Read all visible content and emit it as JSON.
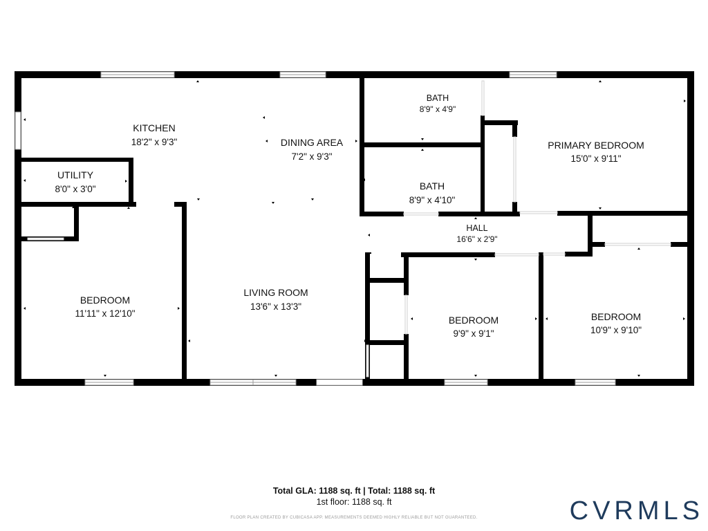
{
  "rooms": {
    "kitchen": {
      "name": "KITCHEN",
      "dim": "18'2\" x 9'3\""
    },
    "dining": {
      "name": "DINING AREA",
      "dim": "7'2\" x 9'3\""
    },
    "bath1": {
      "name": "BATH",
      "dim": "8'9\" x 4'9\""
    },
    "bath2": {
      "name": "BATH",
      "dim": "8'9\" x 4'10\""
    },
    "primary": {
      "name": "PRIMARY BEDROOM",
      "dim": "15'0\" x 9'11\""
    },
    "utility": {
      "name": "UTILITY",
      "dim": "8'0\" x 3'0\""
    },
    "hall": {
      "name": "HALL",
      "dim": "16'6\" x 2'9\""
    },
    "bedroom_left": {
      "name": "BEDROOM",
      "dim": "11'11\" x 12'10\""
    },
    "living": {
      "name": "LIVING ROOM",
      "dim": "13'6\" x 13'3\""
    },
    "bedroom_mid": {
      "name": "BEDROOM",
      "dim": "9'9\" x 9'1\""
    },
    "bedroom_right": {
      "name": "BEDROOM",
      "dim": "10'9\" x 9'10\""
    }
  },
  "footer": {
    "totals": "Total GLA: 1188 sq. ft | Total: 1188 sq. ft",
    "floor": "1st floor: 1188 sq. ft",
    "disclaimer": "FLOOR PLAN CREATED BY CUBICASA APP. MEASUREMENTS DEEMED HIGHLY RELIABLE BUT NOT GUARANTEED."
  },
  "logo": {
    "text": "CVRMLS",
    "color": "#1f3b5c"
  }
}
